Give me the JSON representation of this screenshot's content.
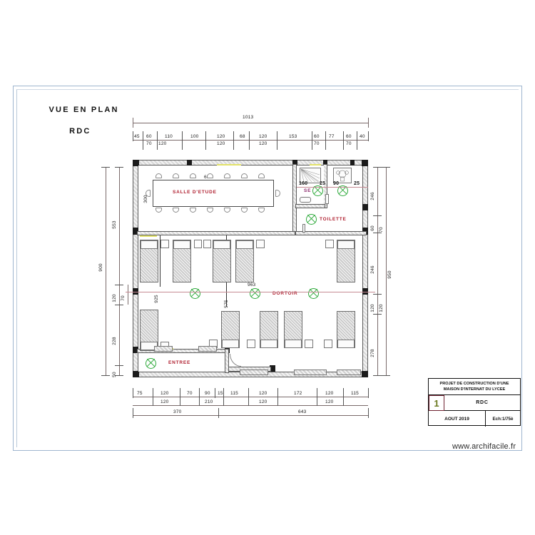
{
  "sheet": {
    "title_line1": "VUE EN PLAN",
    "title_line2": "RDC",
    "watermark": "www.archifacile.fr"
  },
  "title_block": {
    "project_line1": "PROJET DE CONSTRUCTION D'UNE",
    "project_line2": "MAISON D'INTERNAT DU LYCEE",
    "sheet_number": "1",
    "level_label": "RDC",
    "date": "AOUT 2019",
    "scale": "Ech:1/75è"
  },
  "rooms": [
    {
      "name": "SALLE D'ETUDE"
    },
    {
      "name": "SE"
    },
    {
      "name": "TOILETTE"
    },
    {
      "name": "DORTOIR"
    },
    {
      "name": "ENTREE"
    }
  ],
  "dimensions": {
    "top_overall": "1013",
    "top_row1": [
      "45",
      "60",
      "110",
      "100",
      "120",
      "68",
      "120",
      "153",
      "60",
      "77",
      "60",
      "40"
    ],
    "top_row2": [
      "70",
      "120",
      "120",
      "120",
      "70",
      "70"
    ],
    "left_overall": "900",
    "left_chain": [
      "553",
      "120",
      "70",
      "228",
      "50"
    ],
    "right_overall": "950",
    "right_chain": [
      "246",
      "60",
      "70",
      "246",
      "120",
      "120",
      "278"
    ],
    "bottom_row1": [
      "75",
      "120",
      "70",
      "90",
      "15",
      "115",
      "120",
      "172",
      "120",
      "115"
    ],
    "bottom_row2": [
      "120",
      "210",
      "120",
      "120"
    ],
    "bottom_row3": [
      "370",
      "643"
    ],
    "interior": {
      "study_table_len": "688",
      "study_table_wid": "300",
      "se_width": "160",
      "se_wall": "25",
      "wc_width": "90",
      "wc_wall": "25",
      "dorm_len": "963",
      "dorm_left": "925",
      "dorm_mid": "575"
    }
  },
  "colors": {
    "label_red": "#b02030",
    "lamp_green": "#2faa3c",
    "axis_red": "#c58a93",
    "wall_dark": "#1b1b1b"
  }
}
